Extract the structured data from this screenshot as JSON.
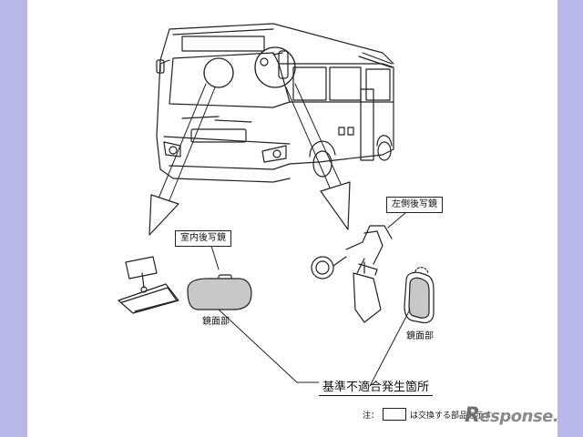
{
  "labels": {
    "interior_mirror": "室内後写鏡",
    "left_mirror": "左側後写鏡",
    "mirror_surface_1": "鏡面部",
    "mirror_surface_2": "鏡面部",
    "callout": "基準不適合発生箇所",
    "note_prefix": "注：",
    "note_suffix": "は交換する部品を示す"
  },
  "watermark": {
    "text": "esponse.",
    "mark": "R",
    "color": "#8a8a8a"
  },
  "colors": {
    "background": "#b8b8e8",
    "sheet": "#ffffff",
    "line": "#222222",
    "mirror_fill": "#c8c8c8"
  }
}
